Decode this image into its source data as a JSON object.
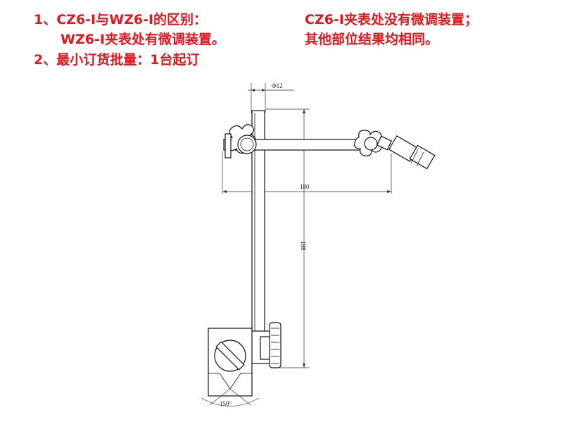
{
  "notes": {
    "line1_left": "1、CZ6-Ⅰ与WZ6-Ⅰ的区别：",
    "line1_right": "CZ6-Ⅰ夹表处没有微调装置；",
    "line2_left": "WZ6-Ⅰ夹表处有微调装置。",
    "line2_right": "其他部位结果均相同。",
    "line3": "2、最小订货批量：1台起订"
  },
  "dimensions": {
    "rod_diameter": "Φ12",
    "arm_length": "180",
    "rod_height": "188",
    "base_angle": "150°"
  },
  "colors": {
    "note_text": "#e8141a",
    "drawing_line": "#111111"
  }
}
